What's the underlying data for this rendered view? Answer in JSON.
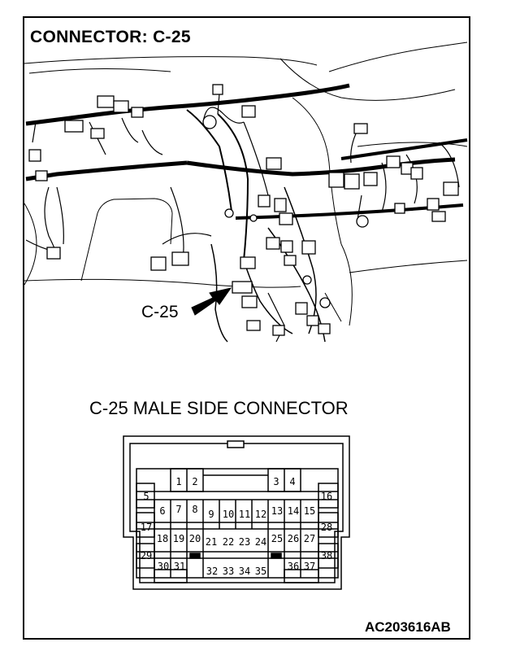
{
  "diagram": {
    "title": "CONNECTOR: C-25",
    "callout_label": "C-25",
    "connector_title": "C-25 MALE SIDE CONNECTOR",
    "reference_code": "AC203616AB",
    "pins": {
      "row1": [
        "1",
        "2",
        "3",
        "4"
      ],
      "row2": [
        "5",
        "6",
        "7",
        "8",
        "9",
        "10",
        "11",
        "12",
        "13",
        "14",
        "15",
        "16"
      ],
      "row3": [
        "17",
        "18",
        "19",
        "20",
        "21",
        "22",
        "23",
        "24",
        "25",
        "26",
        "27",
        "28"
      ],
      "row4": [
        "29",
        "30",
        "31",
        "32",
        "33",
        "34",
        "35",
        "36",
        "37",
        "38"
      ]
    }
  }
}
